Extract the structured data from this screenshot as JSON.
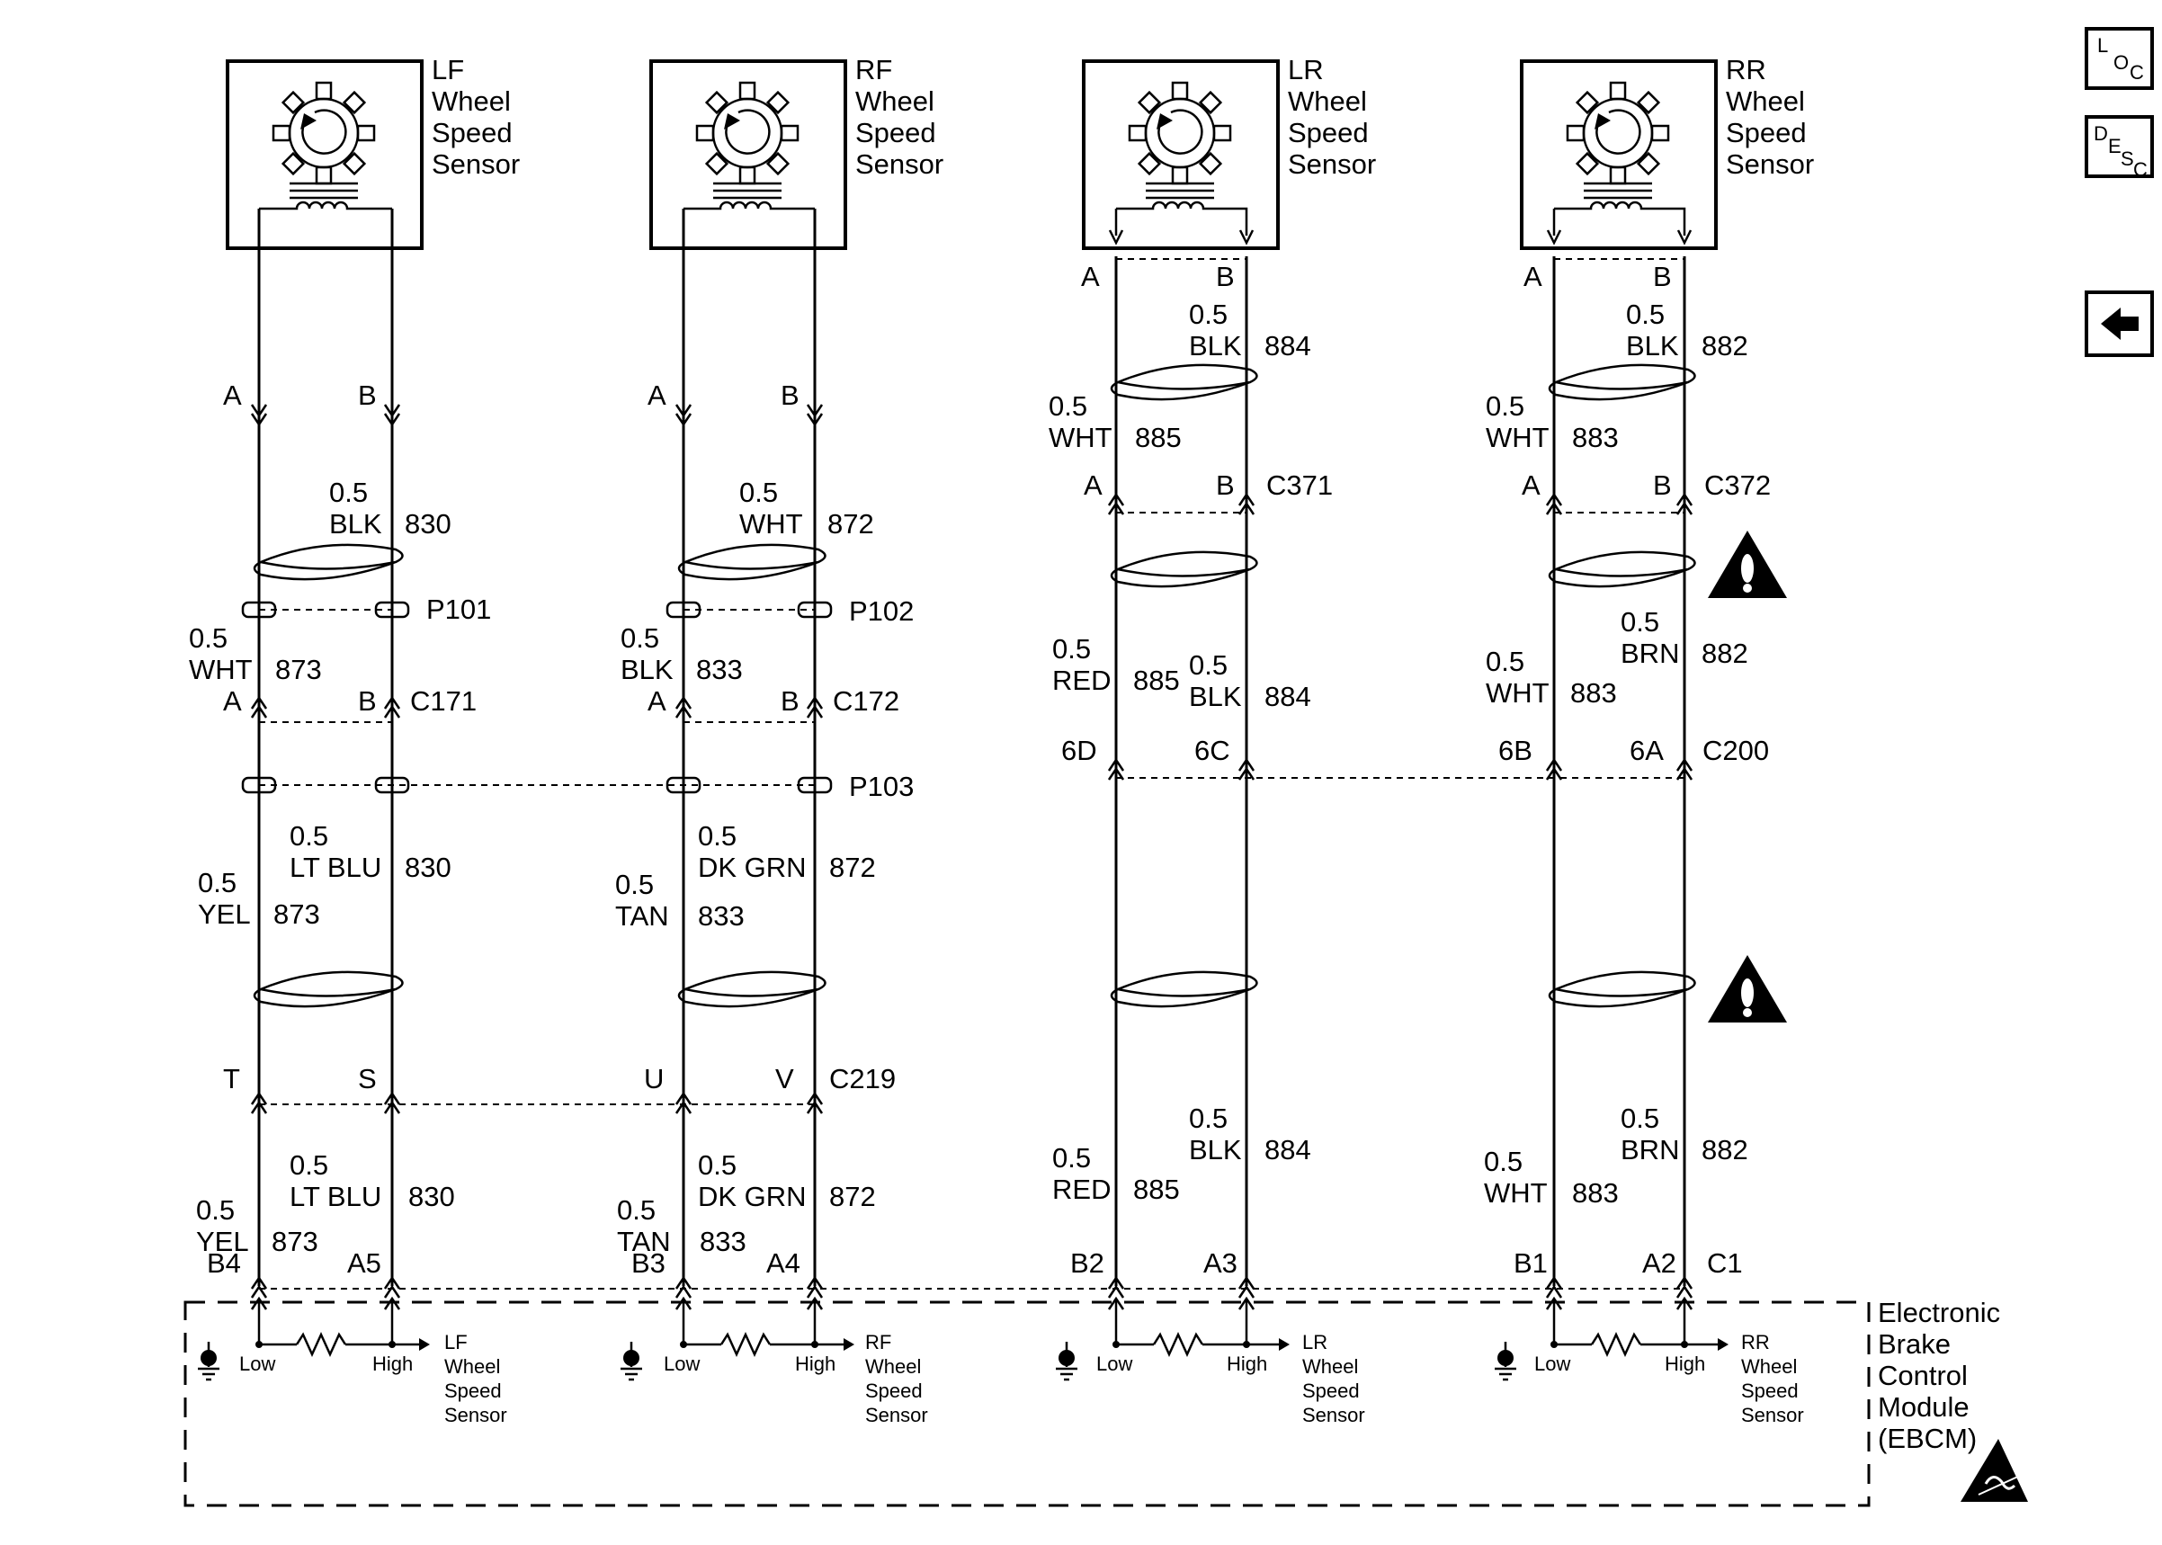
{
  "side_buttons": {
    "loc": [
      "L",
      "O",
      "C"
    ],
    "desc": [
      "D",
      "E",
      "S",
      "C"
    ],
    "back_icon": "arrow-left-icon"
  },
  "sensors": [
    {
      "title": [
        "LF",
        "Wheel",
        "Speed",
        "Sensor"
      ]
    },
    {
      "title": [
        "RF",
        "Wheel",
        "Speed",
        "Sensor"
      ]
    },
    {
      "title": [
        "LR",
        "Wheel",
        "Speed",
        "Sensor"
      ]
    },
    {
      "title": [
        "RR",
        "Wheel",
        "Speed",
        "Sensor"
      ]
    }
  ],
  "pins": {
    "lf_top": [
      "A",
      "B"
    ],
    "rf_top": [
      "A",
      "B"
    ],
    "lr_top": [
      "A",
      "B"
    ],
    "rr_top": [
      "A",
      "B"
    ],
    "lr_c371": [
      "A",
      "B",
      "C371"
    ],
    "rr_c372": [
      "A",
      "B",
      "C372"
    ],
    "c171": [
      "A",
      "B",
      "C171"
    ],
    "c172": [
      "A",
      "B",
      "C172"
    ],
    "c200": [
      "6D",
      "6C",
      "6B",
      "6A",
      "C200"
    ],
    "c219": [
      "T",
      "S",
      "U",
      "V",
      "C219"
    ],
    "ebcm": [
      "B4",
      "A5",
      "B3",
      "A4",
      "B2",
      "A3",
      "B1",
      "A2",
      "C1"
    ]
  },
  "splices": [
    "P101",
    "P102",
    "P103"
  ],
  "wires": {
    "lf": [
      [
        "0.5",
        "BLK",
        "830"
      ],
      [
        "0.5",
        "WHT",
        "873"
      ],
      [
        "0.5",
        "LT BLU",
        "830"
      ],
      [
        "0.5",
        "YEL",
        "873"
      ],
      [
        "0.5",
        "LT BLU",
        "830"
      ],
      [
        "0.5",
        "YEL",
        "873"
      ]
    ],
    "rf": [
      [
        "0.5",
        "WHT",
        "872"
      ],
      [
        "0.5",
        "BLK",
        "833"
      ],
      [
        "0.5",
        "DK GRN",
        "872"
      ],
      [
        "0.5",
        "TAN",
        "833"
      ],
      [
        "0.5",
        "DK GRN",
        "872"
      ],
      [
        "0.5",
        "TAN",
        "833"
      ]
    ],
    "lr": [
      [
        "0.5",
        "BLK",
        "884"
      ],
      [
        "0.5",
        "WHT",
        "885"
      ],
      [
        "0.5",
        "RED",
        "885"
      ],
      [
        "0.5",
        "BLK",
        "884"
      ],
      [
        "0.5",
        "BLK",
        "884"
      ],
      [
        "0.5",
        "RED",
        "885"
      ]
    ],
    "rr": [
      [
        "0.5",
        "BLK",
        "882"
      ],
      [
        "0.5",
        "WHT",
        "883"
      ],
      [
        "0.5",
        "BRN",
        "882"
      ],
      [
        "0.5",
        "WHT",
        "883"
      ],
      [
        "0.5",
        "BRN",
        "882"
      ],
      [
        "0.5",
        "WHT",
        "883"
      ]
    ]
  },
  "ebcm": {
    "title": [
      "Electronic",
      "Brake",
      "Control",
      "Module",
      "(EBCM)"
    ],
    "inputs": [
      {
        "low": "Low",
        "high": "High",
        "name": [
          "LF",
          "Wheel",
          "Speed",
          "Sensor"
        ]
      },
      {
        "low": "Low",
        "high": "High",
        "name": [
          "RF",
          "Wheel",
          "Speed",
          "Sensor"
        ]
      },
      {
        "low": "Low",
        "high": "High",
        "name": [
          "LR",
          "Wheel",
          "Speed",
          "Sensor"
        ]
      },
      {
        "low": "Low",
        "high": "High",
        "name": [
          "RR",
          "Wheel",
          "Speed",
          "Sensor"
        ]
      }
    ]
  }
}
